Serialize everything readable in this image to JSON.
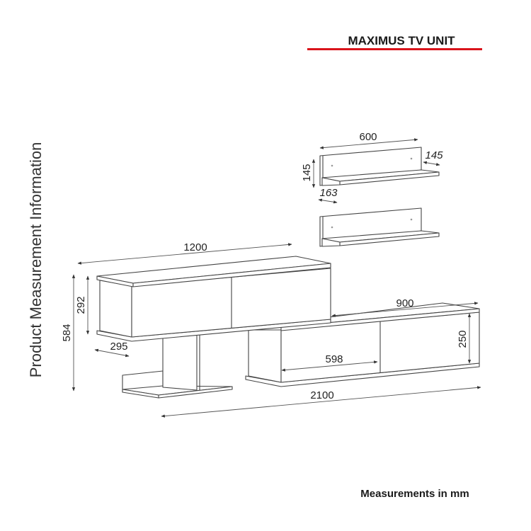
{
  "title": "MAXIMUS TV UNIT",
  "side_label": "Product Measurement Information",
  "footer": "Measurements in mm",
  "accent_color": "#d9141b",
  "dimensions": {
    "wall_shelf_width": "600",
    "wall_shelf_depth": "145",
    "wall_shelf_height": "145",
    "wall_shelf_board": "163",
    "upper_cabinet_width": "1200",
    "upper_cabinet_height": "292",
    "total_height": "584",
    "upper_cabinet_depth": "295",
    "lower_cabinet_width": "900",
    "lower_cabinet_height": "250",
    "door_width": "598",
    "total_width": "2100"
  }
}
